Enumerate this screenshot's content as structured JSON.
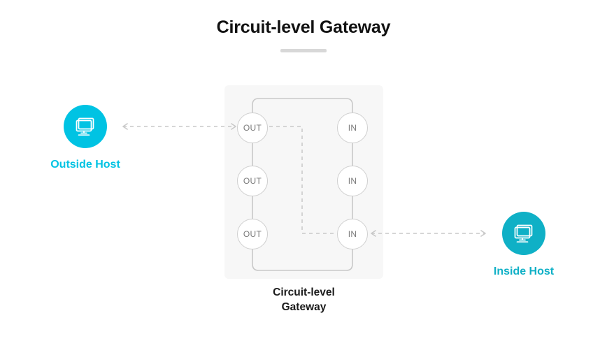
{
  "header": {
    "title": "Circuit-level Gateway",
    "divider": "title-rule"
  },
  "colors": {
    "outside_host_fill": "#00c3e3",
    "outside_host_label": "#00c3e3",
    "inside_host_fill": "#0fb0c6",
    "inside_host_label": "#0fb0c6",
    "panel_fill": "#f7f7f7",
    "wire_stroke": "#c9c9c9",
    "dashed_stroke": "#c9c9c9",
    "port_stroke": "#cfcfcf",
    "port_text": "#7a7a7a",
    "title_text": "#111111",
    "divider": "#d8d8d8"
  },
  "gateway": {
    "caption_line1": "Circuit-level",
    "caption_line2": "Gateway",
    "out_ports": [
      {
        "label": "OUT",
        "name": "port-out-1"
      },
      {
        "label": "OUT",
        "name": "port-out-2"
      },
      {
        "label": "OUT",
        "name": "port-out-3"
      }
    ],
    "in_ports": [
      {
        "label": "IN",
        "name": "port-in-1"
      },
      {
        "label": "IN",
        "name": "port-in-2"
      },
      {
        "label": "IN",
        "name": "port-in-3"
      }
    ]
  },
  "hosts": {
    "outside": {
      "label": "Outside Host",
      "icon": "desktop-monitor-icon"
    },
    "inside": {
      "label": "Inside Host",
      "icon": "desktop-monitor-icon"
    }
  },
  "connections": [
    {
      "name": "link-outside-host-to-out-port",
      "style": "dashed",
      "arrows": "both"
    },
    {
      "name": "link-inside-host-to-in-port",
      "style": "dashed",
      "arrows": "both"
    },
    {
      "name": "link-out1-to-in3-circuit",
      "style": "dashed",
      "arrows": "none"
    },
    {
      "name": "link-out-column-bus",
      "style": "solid",
      "arrows": "none"
    },
    {
      "name": "link-in-column-bus",
      "style": "solid",
      "arrows": "none"
    },
    {
      "name": "link-top-loop",
      "style": "solid",
      "arrows": "none"
    },
    {
      "name": "link-bottom-loop",
      "style": "solid",
      "arrows": "none"
    }
  ]
}
